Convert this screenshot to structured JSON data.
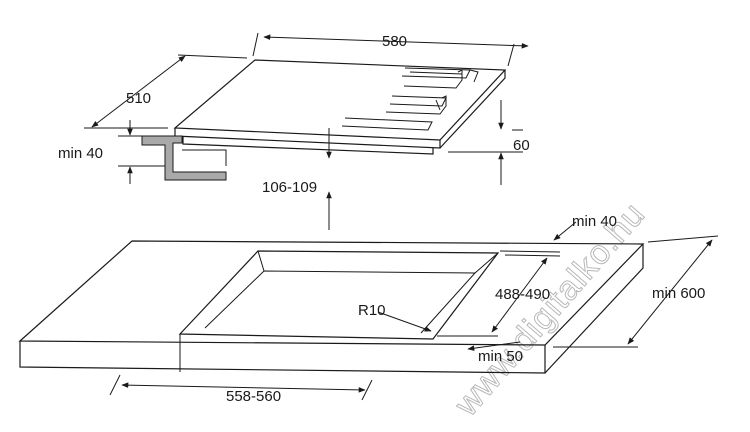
{
  "diagram": {
    "hob": {
      "width": "580",
      "depth": "510",
      "height": "60",
      "clearance": "106-109",
      "worktop_min": "min 40"
    },
    "cutout": {
      "min_back": "min 40",
      "depth": "488-490",
      "worktop_depth": "min 600",
      "radius": "R10",
      "min_front": "min 50",
      "width": "558-560"
    },
    "watermark": "www.digitalko.hu"
  },
  "colors": {
    "line": "#1a1a1a",
    "bracket_fill": "#a9a9a9",
    "watermark": "#b8b8b8"
  }
}
